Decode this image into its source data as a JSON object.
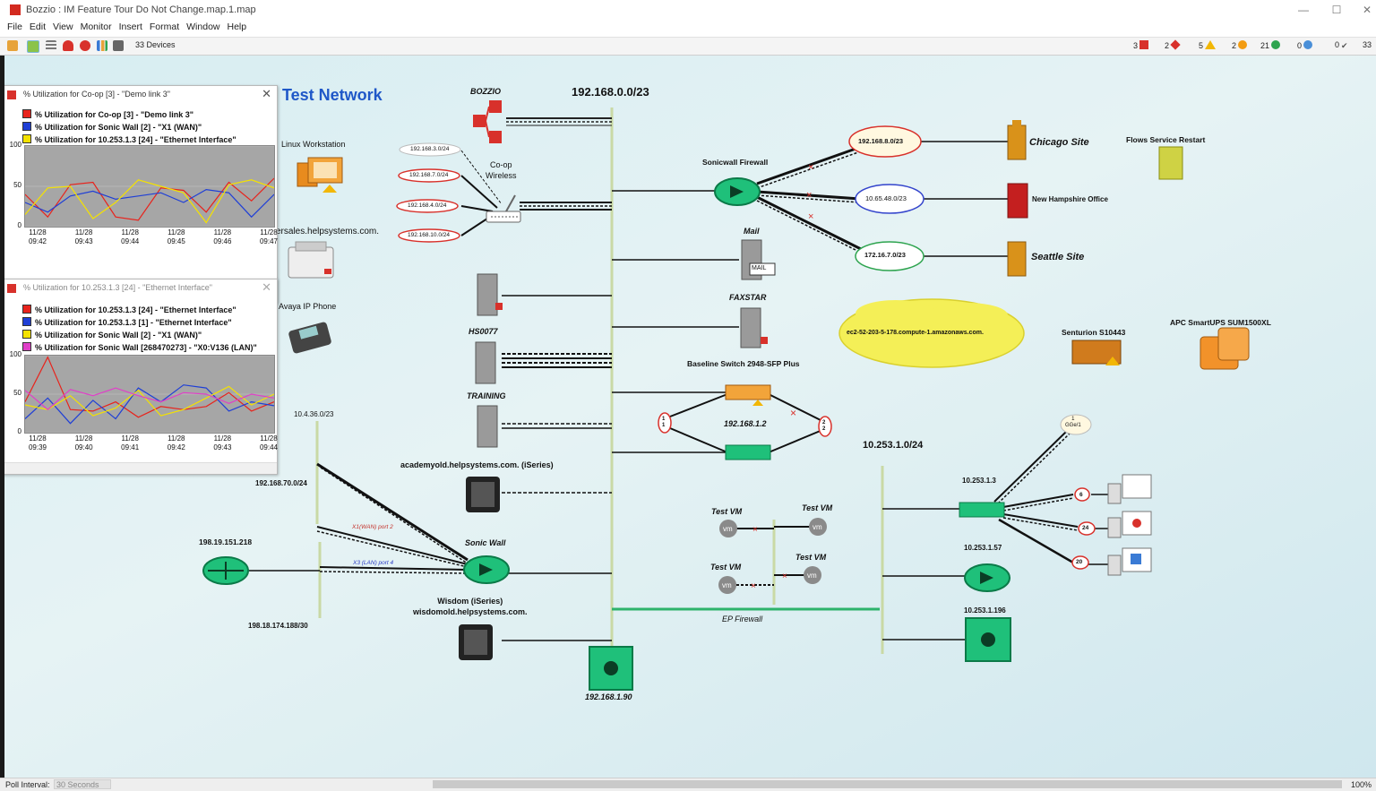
{
  "window": {
    "title": "Bozzio : IM Feature Tour Do Not Change.map.1.map"
  },
  "menu": [
    "File",
    "Edit",
    "View",
    "Monitor",
    "Insert",
    "Format",
    "Window",
    "Help"
  ],
  "toolbar": {
    "device_count": "33 Devices"
  },
  "status_counts": [
    {
      "count": "3",
      "icon": "red-square-icon",
      "color": "#d8312b"
    },
    {
      "count": "2",
      "icon": "red-diamond-icon",
      "color": "#d8312b"
    },
    {
      "count": "5",
      "icon": "yellow-triangle-icon",
      "color": "#f2b705"
    },
    {
      "count": "2",
      "icon": "orange-warning-icon",
      "color": "#f39c12"
    },
    {
      "count": "21",
      "icon": "green-circle-icon",
      "color": "#2ea44f"
    },
    {
      "count": "0",
      "icon": "help-circle-icon",
      "color": "#4a8fd8"
    },
    {
      "count": "0",
      "icon": "checkmark-icon",
      "color": "#555555"
    },
    {
      "count": "33",
      "icon": "",
      "color": ""
    }
  ],
  "map_title": "Test Network",
  "labels": {
    "subnet_main": "192.168.0.0/23",
    "bozzio": "BOZZIO",
    "linux_ws": "Linux Workstation",
    "coop_wireless": "Co-op\nWireless",
    "ersales": "ersales.helpsystems.com.",
    "avaya": "Avaya IP Phone",
    "sonicwall_fw": "Sonicwall Firewall",
    "mail": "Mail",
    "mail_badge": "MAIL",
    "faxstar": "FAXSTAR",
    "hs0077": "HS0077",
    "training": "TRAINING",
    "baseline_switch": "Baseline Switch 2948-SFP Plus",
    "ring_ip": "192.168.1.2",
    "ring_left": "1\n1",
    "ring_right": "2\n2",
    "chicago": "Chicago Site",
    "nh_office": "New Hampshire Office",
    "seattle": "Seattle Site",
    "flows": "Flows Service Restart",
    "aws": "ec2-52-203-5-178.compute-1.amazonaws.com.",
    "senturion": "Senturion S10443",
    "apc": "APC SmartUPS SUM1500XL",
    "cloud_chicago": "192.168.8.0/23",
    "cloud_nh": "10.65.48.0/23",
    "cloud_seattle": "172.16.7.0/23",
    "sub_1923": "192.168.3.0/24",
    "sub_1927": "192.168.7.0/24",
    "sub_1924": "192.168.4.0/24",
    "sub_19210": "192.168.10.0/24",
    "net_10436": "10.4.36.0/23",
    "academy": "academyold.helpsystems.com. (iSeries)",
    "net_19270": "192.168.70.0/24",
    "ip_198": "198.19.151.218",
    "x1wan": "X1(WAN) port 2",
    "x3lan": "X3 (LAN) port 4",
    "sonic_wall": "Sonic Wall",
    "wisdom": "Wisdom (iSeries)\nwisdomold.helpsystems.com.",
    "net_198174": "198.18.174.188/30",
    "ip_192190": "192.168.1.90",
    "testvm": "Test VM",
    "vm": "vm",
    "ep_firewall": "EP Firewall",
    "net_10253": "10.253.1.0/24",
    "ip_102531": "10.253.1.3",
    "ge": "1\nGGe/1",
    "p6": "6",
    "p24": "24",
    "p20": "20",
    "ip_10253157": "10.253.1.57",
    "ip_102531196": "10.253.1.196"
  },
  "chart1": {
    "title": "% Utilization for Co-op [3] - \"Demo link 3\"",
    "legend": [
      {
        "label": "% Utilization for Co-op [3] - \"Demo link 3\"",
        "color": "#e8231c"
      },
      {
        "label": "% Utilization for Sonic Wall [2] - \"X1 (WAN)\"",
        "color": "#1f3fd6"
      },
      {
        "label": "% Utilization for 10.253.1.3 [24] - \"Ethernet Interface\"",
        "color": "#f4e200"
      }
    ]
  },
  "chart2": {
    "title": "% Utilization for 10.253.1.3 [24] - \"Ethernet Interface\"",
    "legend": [
      {
        "label": "% Utilization for 10.253.1.3 [24] - \"Ethernet Interface\"",
        "color": "#e8231c"
      },
      {
        "label": "% Utilization for 10.253.1.3 [1] - \"Ethernet Interface\"",
        "color": "#1f3fd6"
      },
      {
        "label": "% Utilization for Sonic Wall [2] - \"X1 (WAN)\"",
        "color": "#f4e200"
      },
      {
        "label": "% Utilization for Sonic Wall [268470273] - \"X0:V136 (LAN)\"",
        "color": "#e040c8"
      }
    ]
  },
  "chart_data": [
    {
      "type": "line",
      "title": "% Utilization for Co-op [3] - \"Demo link 3\"",
      "x": [
        "11/28 09:42",
        "11/28 09:43",
        "11/28 09:44",
        "11/28 09:45",
        "11/28 09:46",
        "11/28 09:47"
      ],
      "ylim": [
        0,
        100
      ],
      "yticks": [
        0,
        50,
        100
      ],
      "grid": true,
      "series": [
        {
          "name": "% Utilization for Co-op [3] - \"Demo link 3\"",
          "color": "#e8231c",
          "values": [
            40,
            12,
            52,
            55,
            12,
            8,
            48,
            45,
            18,
            55,
            32,
            60
          ]
        },
        {
          "name": "% Utilization for Sonic Wall [2] - \"X1 (WAN)\"",
          "color": "#1f3fd6",
          "values": [
            30,
            18,
            38,
            44,
            34,
            38,
            42,
            30,
            46,
            42,
            12,
            40
          ]
        },
        {
          "name": "% Utilization for 10.253.1.3 [24] - \"Ethernet Interface\"",
          "color": "#f4e200",
          "values": [
            15,
            48,
            50,
            10,
            30,
            58,
            50,
            42,
            5,
            52,
            58,
            48
          ]
        }
      ]
    },
    {
      "type": "line",
      "title": "% Utilization for 10.253.1.3 [24] - \"Ethernet Interface\"",
      "x": [
        "11/28 09:39",
        "11/28 09:40",
        "11/28 09:41",
        "11/28 09:42",
        "11/28 09:43",
        "11/28 09:44"
      ],
      "ylim": [
        0,
        100
      ],
      "yticks": [
        0,
        50,
        100
      ],
      "grid": true,
      "series": [
        {
          "name": "% Utilization for 10.253.1.3 [24] - \"Ethernet Interface\"",
          "color": "#e8231c",
          "values": [
            40,
            98,
            30,
            28,
            40,
            20,
            34,
            30,
            34,
            52,
            28,
            40
          ]
        },
        {
          "name": "% Utilization for 10.253.1.3 [1] - \"Ethernet Interface\"",
          "color": "#1f3fd6",
          "values": [
            18,
            45,
            12,
            42,
            18,
            58,
            40,
            62,
            58,
            28,
            40,
            35
          ]
        },
        {
          "name": "% Utilization for Sonic Wall [2] - \"X1 (WAN)\"",
          "color": "#f4e200",
          "values": [
            36,
            30,
            48,
            22,
            32,
            55,
            22,
            30,
            45,
            60,
            36,
            50
          ]
        },
        {
          "name": "% Utilization for Sonic Wall [268470273] - \"X0:V136 (LAN)\"",
          "color": "#e040c8",
          "values": [
            55,
            30,
            56,
            48,
            58,
            48,
            40,
            52,
            50,
            38,
            50,
            45
          ]
        }
      ]
    }
  ],
  "statusbar": {
    "poll_label": "Poll Interval:",
    "poll_value": "30 Seconds",
    "zoom": "100%"
  }
}
